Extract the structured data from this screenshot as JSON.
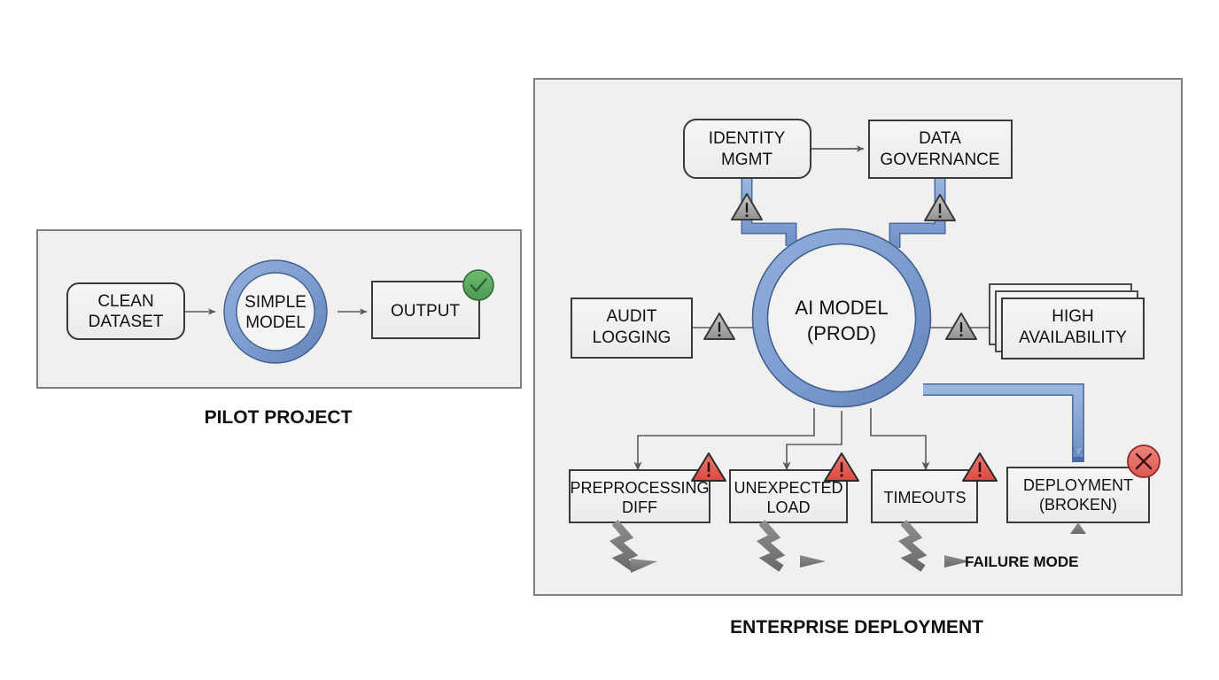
{
  "diagram": {
    "title_left": "PILOT PROJECT",
    "title_right": "ENTERPRISE DEPLOYMENT",
    "colors": {
      "panel_bg": "#F0F0F0",
      "panel_border": "#808080",
      "node_bg": "#F0F0F0",
      "node_border": "#3A3A3A",
      "ring_blue": "#7B9CD0",
      "ring_blue_border": "#4A6C9E",
      "connector_blue": "#7B9CD0",
      "connector_gray": "#666666",
      "warning_gray": "#A8A8A8",
      "warning_red": "#E0564E",
      "success_green": "#5BA85F",
      "error_red": "#E8706A",
      "text": "#111111"
    }
  },
  "left_panel": {
    "caption": "PILOT PROJECT",
    "nodes": [
      {
        "id": "clean-dataset",
        "shape": "rounded-rect",
        "lines": [
          "CLEAN",
          "DATASET"
        ]
      },
      {
        "id": "simple-model",
        "shape": "ring-circle",
        "lines": [
          "SIMPLE",
          "MODEL"
        ]
      },
      {
        "id": "output",
        "shape": "rect",
        "lines": [
          "OUTPUT"
        ],
        "badge": "success-check"
      }
    ],
    "connectors": [
      {
        "from": "clean-dataset",
        "to": "simple-model",
        "style": "thin-gray-arrow"
      },
      {
        "from": "simple-model",
        "to": "output",
        "style": "thin-gray-arrow"
      }
    ],
    "badges": [
      {
        "id": "output-success-badge",
        "type": "check",
        "color": "#5BA85F"
      }
    ]
  },
  "right_panel": {
    "caption": "ENTERPRISE DEPLOYMENT",
    "nodes": [
      {
        "id": "identity-mgmt",
        "shape": "rounded-rect",
        "lines": [
          "IDENTITY",
          "MGMT"
        ]
      },
      {
        "id": "data-governance",
        "shape": "rect",
        "lines": [
          "DATA",
          "GOVERNANCE"
        ]
      },
      {
        "id": "audit-logging",
        "shape": "rect",
        "lines": [
          "AUDIT",
          "LOGGING"
        ]
      },
      {
        "id": "ai-model",
        "shape": "ring-circle",
        "lines": [
          "AI MODEL",
          "(PROD)"
        ]
      },
      {
        "id": "high-availability",
        "shape": "stacked-rect",
        "lines": [
          "HIGH",
          "AVAILABILITY"
        ]
      },
      {
        "id": "preprocessing-diff",
        "shape": "rect",
        "lines": [
          "PREPROCESSING",
          "DIFF"
        ],
        "badge": "warning-red"
      },
      {
        "id": "unexpected-load",
        "shape": "rect",
        "lines": [
          "UNEXPECTED",
          "LOAD"
        ],
        "badge": "warning-red"
      },
      {
        "id": "timeouts",
        "shape": "rect",
        "lines": [
          "TIMEOUTS"
        ],
        "badge": "warning-red"
      },
      {
        "id": "deployment-broken",
        "shape": "rect",
        "lines": [
          "DEPLOYMENT",
          "(BROKEN)"
        ],
        "badge": "error-x"
      }
    ],
    "connectors": [
      {
        "from": "identity-mgmt",
        "to": "data-governance",
        "style": "thin-gray-arrow"
      },
      {
        "from": "ai-model",
        "to": "identity-mgmt",
        "style": "thick-blue",
        "marker": "warning-gray"
      },
      {
        "from": "ai-model",
        "to": "data-governance",
        "style": "thick-blue",
        "marker": "warning-gray"
      },
      {
        "from": "audit-logging",
        "to": "ai-model",
        "style": "thin-gray",
        "marker": "warning-gray"
      },
      {
        "from": "ai-model",
        "to": "high-availability",
        "style": "thin-gray",
        "marker": "warning-gray"
      },
      {
        "from": "ai-model",
        "to": "preprocessing-diff",
        "style": "thin-gray-arrow"
      },
      {
        "from": "ai-model",
        "to": "unexpected-load",
        "style": "thin-gray-arrow"
      },
      {
        "from": "ai-model",
        "to": "timeouts",
        "style": "thin-gray-arrow"
      },
      {
        "from": "ai-model",
        "to": "deployment-broken",
        "style": "thick-blue-arrow"
      }
    ],
    "failure_chain": {
      "label": "FAILURE MODE",
      "segments": [
        "zigzag",
        "straight",
        "zigzag",
        "straight",
        "zigzag",
        "straight"
      ],
      "from_nodes": [
        "preprocessing-diff",
        "unexpected-load",
        "timeouts"
      ],
      "terminal_arrow_to": "deployment-broken"
    },
    "badges": [
      {
        "id": "deployment-error-badge",
        "type": "x",
        "color": "#E8706A"
      }
    ],
    "warning_markers_gray": 4,
    "warning_markers_red": 3
  }
}
